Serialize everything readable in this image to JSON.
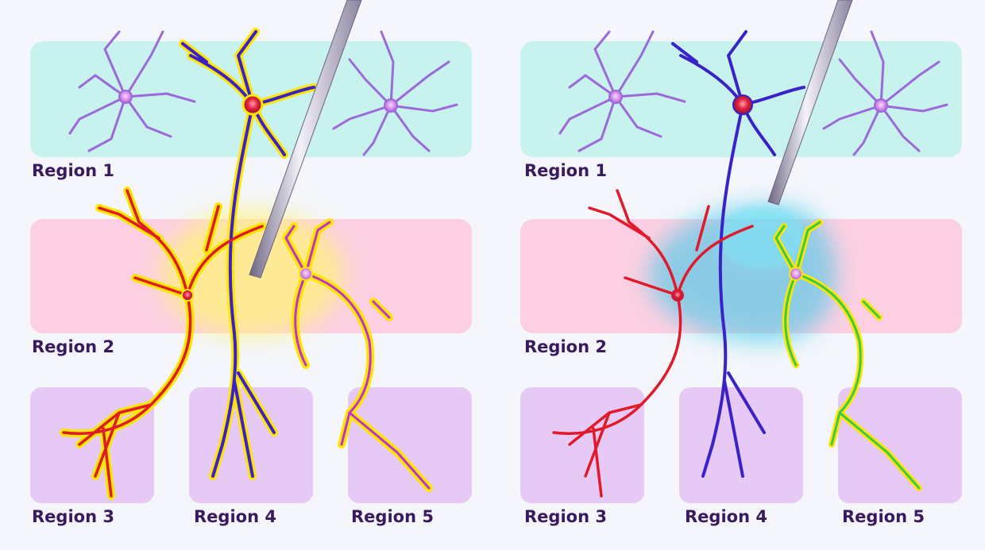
{
  "panels": [
    {
      "id": "left",
      "labels": [
        "Region 1",
        "Region 2",
        "Region 3",
        "Region 4",
        "Region 5"
      ]
    },
    {
      "id": "right",
      "labels": [
        "Region 1",
        "Region 2",
        "Region 3",
        "Region 4",
        "Region 5"
      ]
    }
  ],
  "colors": {
    "region1": "#c8f2ee",
    "region2": "#fcd0e2",
    "region3to5": "#e7c9f5",
    "neuron_blue": "#3a22c8",
    "neuron_red": "#e01a2a",
    "highlight_yellow": "#ffe600",
    "stain_cyan": "#30c8e8",
    "electrode": "#b9b3c8"
  }
}
